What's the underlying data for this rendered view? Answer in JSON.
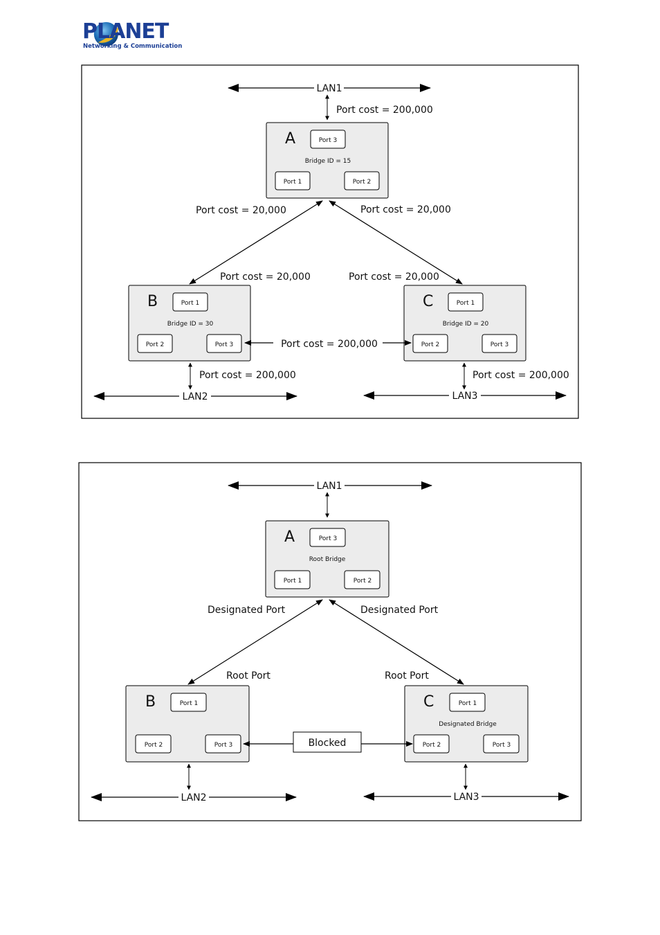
{
  "brand": {
    "name": "PLANET",
    "tagline": "Networking & Communication"
  },
  "diagram1": {
    "lan1": "LAN1",
    "lan2": "LAN2",
    "lan3": "LAN3",
    "cost_lan1": "Port cost  =  200,000",
    "cost_ab_top": "Port cost  =  20,000",
    "cost_ac_top": "Port cost  =  20,000",
    "cost_ab_bottom": "Port cost  =  20,000",
    "cost_ac_bottom": "Port cost  =  20,000",
    "cost_bc": "Port cost  =  200,000",
    "cost_lan2": "Port cost  =  200,000",
    "cost_lan3": "Port cost  =  200,000",
    "bridge_a": {
      "letter": "A",
      "desc": "Bridge ID  =  15",
      "port_top": "Port 3",
      "port_left": "Port 1",
      "port_right": "Port 2"
    },
    "bridge_b": {
      "letter": "B",
      "desc": "Bridge ID  =  30",
      "port_top": "Port 1",
      "port_left": "Port 2",
      "port_right": "Port 3"
    },
    "bridge_c": {
      "letter": "C",
      "desc": "Bridge ID  =  20",
      "port_top": "Port 1",
      "port_left": "Port 2",
      "port_right": "Port 3"
    }
  },
  "diagram2": {
    "lan1": "LAN1",
    "lan2": "LAN2",
    "lan3": "LAN3",
    "designated_left": "Designated Port",
    "designated_right": "Designated Port",
    "root_left": "Root Port",
    "root_right": "Root Port",
    "blocked": "Blocked",
    "bridge_a": {
      "letter": "A",
      "desc": "Root Bridge",
      "port_top": "Port 3",
      "port_left": "Port 1",
      "port_right": "Port 2"
    },
    "bridge_b": {
      "letter": "B",
      "desc": "",
      "port_top": "Port 1",
      "port_left": "Port 2",
      "port_right": "Port 3"
    },
    "bridge_c": {
      "letter": "C",
      "desc": "Designated Bridge",
      "port_top": "Port 1",
      "port_left": "Port 2",
      "port_right": "Port 3"
    }
  }
}
